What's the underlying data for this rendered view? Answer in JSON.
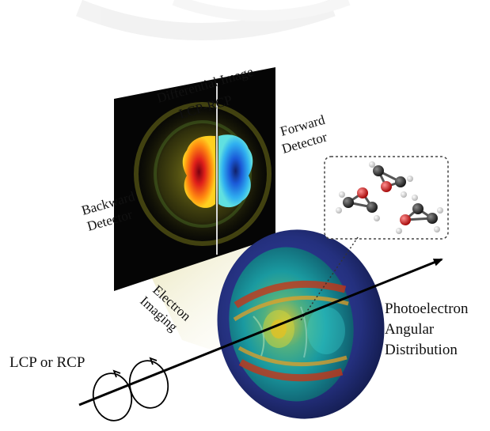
{
  "labels": {
    "differential_line1": "Differential Image",
    "differential_line2": "LCP-RCP",
    "forward_line1": "Forward",
    "forward_line2": "Detector",
    "backward_line1": "Backward",
    "backward_line2": "Detector",
    "imaging_line1": "Electron",
    "imaging_line2": "Imaging",
    "pad_line1": "Photoelectron",
    "pad_line2": "Angular",
    "pad_line3": "Distribution",
    "polarization": "LCP or RCP"
  },
  "colors": {
    "lcp_lobe": "#e0201a",
    "rcp_lobe": "#1a5ad8",
    "detector_bg": "#050505",
    "shell": "#1e2a78",
    "oxygen": "#d01010",
    "carbon": "#2a2a2a",
    "hydrogen": "#e8e8e8"
  },
  "icons": [
    "circular-polarization-icon",
    "molecule-icon"
  ]
}
